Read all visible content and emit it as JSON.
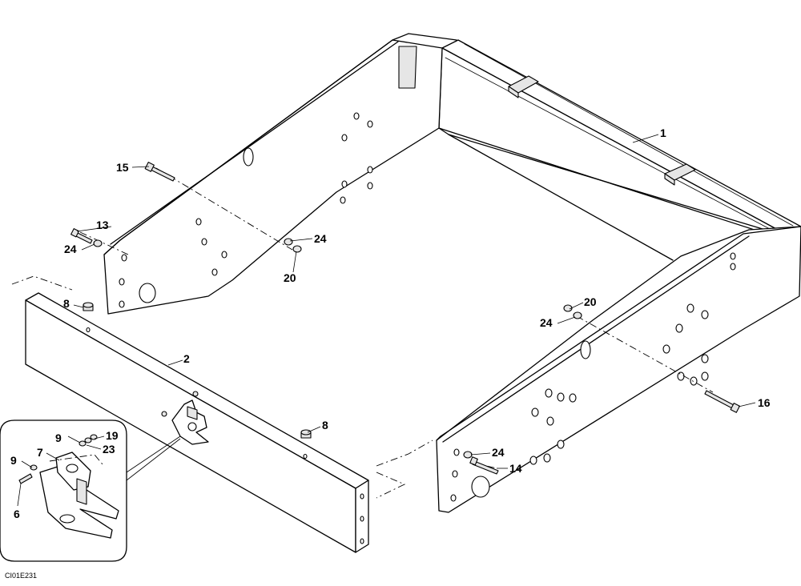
{
  "callouts": {
    "c1": "1",
    "c2": "2",
    "c6": "6",
    "c7": "7",
    "c8a": "8",
    "c8b": "8",
    "c9a": "9",
    "c9b": "9",
    "c13": "13",
    "c14": "14",
    "c15": "15",
    "c16": "16",
    "c19": "19",
    "c20a": "20",
    "c20b": "20",
    "c23": "23",
    "c24a": "24",
    "c24b": "24",
    "c24c": "24",
    "c24d": "24"
  },
  "drawing_code": "CI01E231"
}
